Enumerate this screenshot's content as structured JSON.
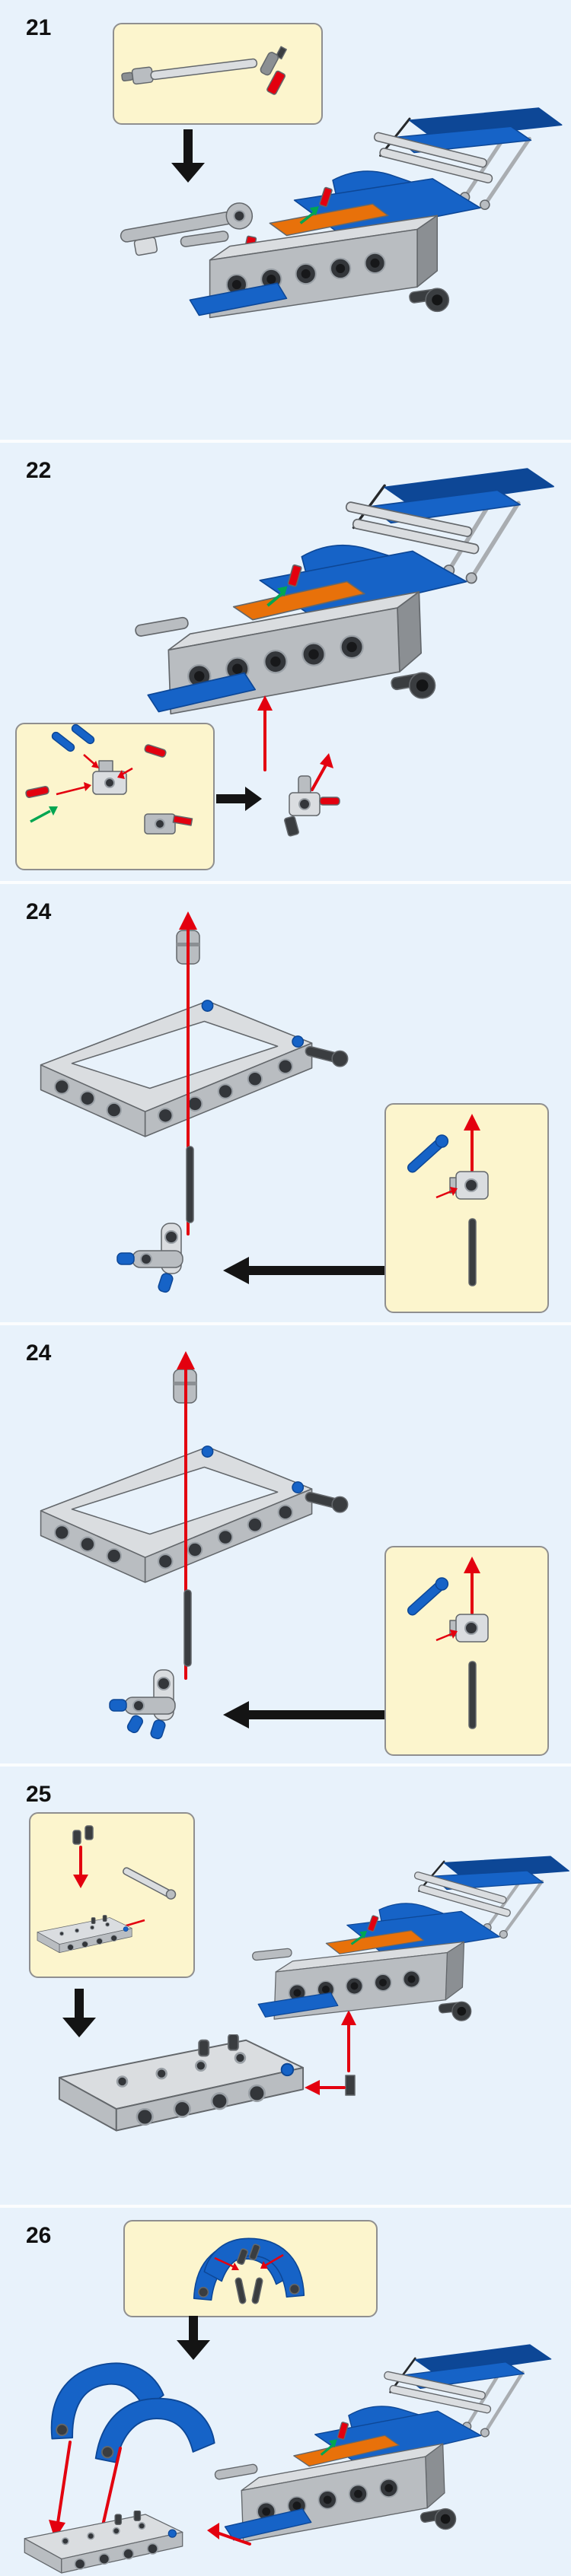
{
  "steps": [
    {
      "number": "21"
    },
    {
      "number": "22"
    },
    {
      "number": "24"
    },
    {
      "number": "24"
    },
    {
      "number": "25"
    },
    {
      "number": "26"
    }
  ],
  "icons": {
    "black_arrow": "assembly-direction-arrow",
    "red_arrow": "insertion-direction-arrow",
    "green_arrow": "pin-direction-arrow"
  },
  "colors": {
    "background": "#e8f2fb",
    "panel_divider": "#fbfdfe",
    "callout_fill": "#fcf5cd",
    "callout_border": "#8f8f8f",
    "lego_blue": "#1663c7",
    "lego_blue_dark": "#0d4796",
    "lego_gray": "#b9bdc1",
    "lego_gray_light": "#dadde0",
    "lego_gray_dark": "#8b8f93",
    "lego_dark": "#3a3d40",
    "arrow_red": "#e3000f",
    "arrow_black": "#141414",
    "arrow_green": "#00a651",
    "accent_orange": "#e8710a"
  }
}
